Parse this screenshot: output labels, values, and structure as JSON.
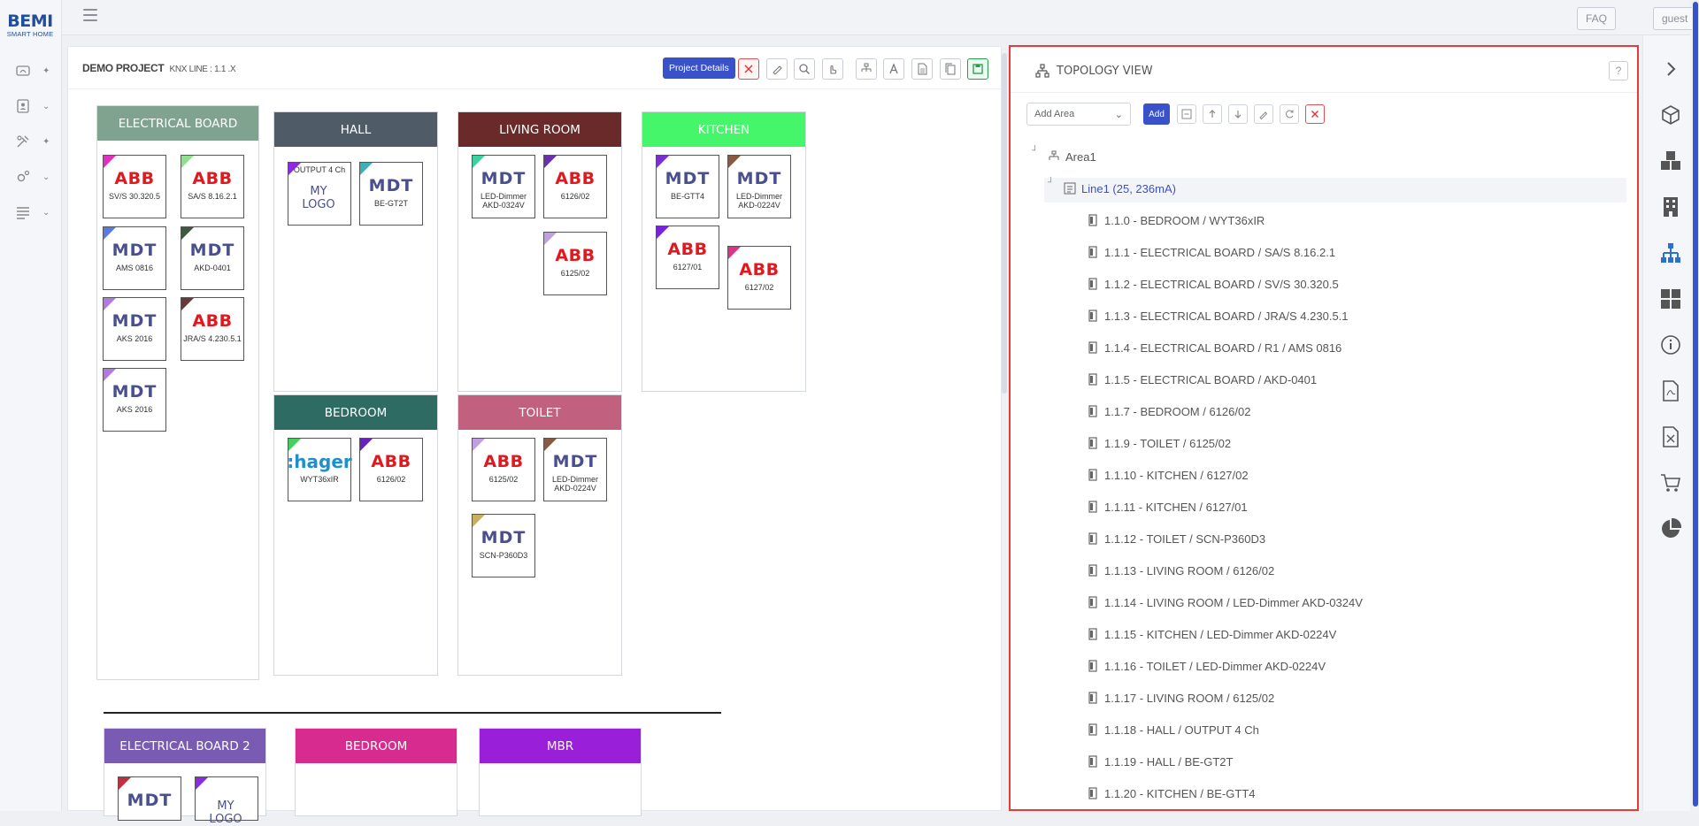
{
  "brand": {
    "name": "BEMI",
    "tagline": "SMART HOME"
  },
  "topbar": {
    "faq": "FAQ",
    "user": "guest"
  },
  "project": {
    "title": "DEMO PROJECT",
    "subtitle": "KNX LINE : 1.1 .X",
    "details_label": "Project Details"
  },
  "rooms": [
    {
      "name": "ELECTRICAL BOARD",
      "color": "#7fa38f"
    },
    {
      "name": "HALL",
      "color": "#4f5b66"
    },
    {
      "name": "LIVING ROOM",
      "color": "#6a2a2a"
    },
    {
      "name": "KITCHEN",
      "color": "#45f56a"
    },
    {
      "name": "BEDROOM",
      "color": "#2e6b63"
    },
    {
      "name": "TOILET",
      "color": "#c2607f"
    },
    {
      "name": "ELECTRICAL BOARD 2",
      "color": "#7a5bb3"
    },
    {
      "name": "BEDROOM",
      "color": "#d82b8f"
    },
    {
      "name": "MBR",
      "color": "#9a1fd8"
    }
  ],
  "devices": {
    "eb1": {
      "brand": "ABB",
      "label": "SV/S 30.320.5"
    },
    "eb2": {
      "brand": "ABB",
      "label": "SA/S 8.16.2.1"
    },
    "eb3": {
      "brand": "MDT",
      "label": "AMS 0816"
    },
    "eb4": {
      "brand": "MDT",
      "label": "AKD-0401"
    },
    "eb5": {
      "brand": "MDT",
      "label": "AKS 2016"
    },
    "eb6": {
      "brand": "ABB",
      "label": "JRA/S 4.230.5.1"
    },
    "eb7": {
      "brand": "MDT",
      "label": "AKS 2016"
    },
    "h1": {
      "brand": "MY LOGO",
      "label": "OUTPUT 4 Ch"
    },
    "h2": {
      "brand": "MDT",
      "label": "BE-GT2T"
    },
    "lr1": {
      "brand": "MDT",
      "label": "LED-Dimmer AKD-0324V"
    },
    "lr2": {
      "brand": "ABB",
      "label": "6126/02"
    },
    "lr3": {
      "brand": "ABB",
      "label": "6125/02"
    },
    "k1": {
      "brand": "MDT",
      "label": "BE-GTT4"
    },
    "k2": {
      "brand": "MDT",
      "label": "LED-Dimmer AKD-0224V"
    },
    "k3": {
      "brand": "ABB",
      "label": "6127/01"
    },
    "k4": {
      "brand": "ABB",
      "label": "6127/02"
    },
    "b1": {
      "brand": ":hager",
      "label": "WYT36xIR"
    },
    "b2": {
      "brand": "ABB",
      "label": "6126/02"
    },
    "t1": {
      "brand": "ABB",
      "label": "6125/02"
    },
    "t2": {
      "brand": "MDT",
      "label": "LED-Dimmer AKD-0224V"
    },
    "t3": {
      "brand": "MDT",
      "label": "SCN-P360D3"
    },
    "eb2a": {
      "brand": "MDT",
      "label": ""
    },
    "eb2b": {
      "brand": "MY LOGO",
      "label": ""
    }
  },
  "topology": {
    "title": "TOPOLOGY VIEW",
    "help": "?",
    "area_select": "Add Area",
    "add_label": "Add",
    "area": "Area1",
    "line": "Line1 (25, 236mA)",
    "items": [
      "1.1.0 - BEDROOM / WYT36xIR",
      "1.1.1 - ELECTRICAL BOARD / SA/S 8.16.2.1",
      "1.1.2 - ELECTRICAL BOARD / SV/S 30.320.5",
      "1.1.3 - ELECTRICAL BOARD / JRA/S 4.230.5.1",
      "1.1.4 - ELECTRICAL BOARD / R1 / AMS 0816",
      "1.1.5 - ELECTRICAL BOARD / AKD-0401",
      "1.1.7 - BEDROOM / 6126/02",
      "1.1.9 - TOILET / 6125/02",
      "1.1.10 - KITCHEN / 6127/02",
      "1.1.11 - KITCHEN / 6127/01",
      "1.1.12 - TOILET / SCN-P360D3",
      "1.1.13 - LIVING ROOM / 6126/02",
      "1.1.14 - LIVING ROOM / LED-Dimmer AKD-0324V",
      "1.1.15 - KITCHEN / LED-Dimmer AKD-0224V",
      "1.1.16 - TOILET / LED-Dimmer AKD-0224V",
      "1.1.17 - LIVING ROOM / 6125/02",
      "1.1.18 - HALL / OUTPUT 4 Ch",
      "1.1.19 - HALL / BE-GT2T",
      "1.1.20 - KITCHEN / BE-GTT4"
    ]
  },
  "colors": {
    "accent": "#3a52c9",
    "danger": "#e03c3c",
    "active": "#2a6fd6"
  }
}
